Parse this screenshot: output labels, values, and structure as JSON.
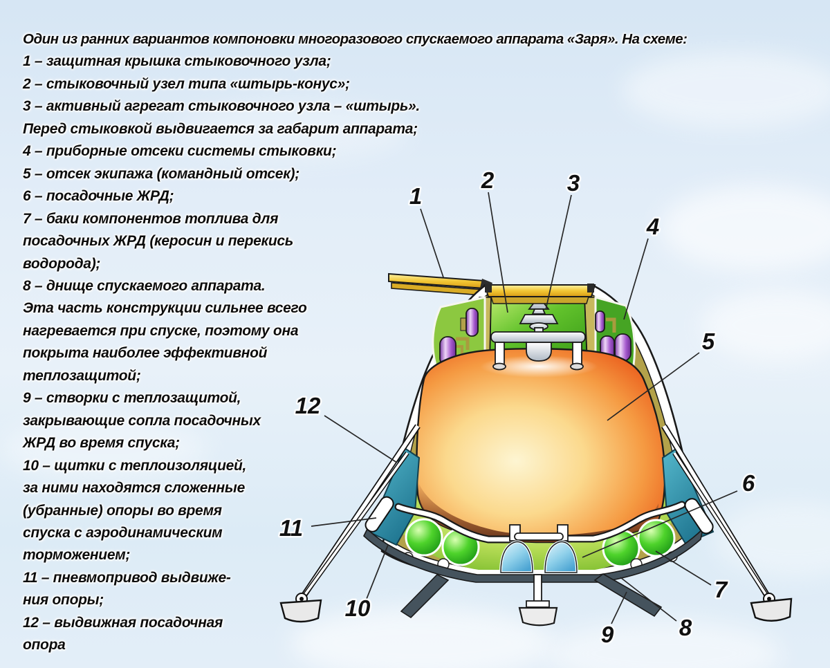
{
  "title": "Один из ранних вариантов компоновки многоразового спускаемого аппарата «Заря». На схеме:",
  "legend": {
    "lines": [
      "1 – защитная крышка стыковочного узла;",
      "2 – стыковочный узел типа «штырь-конус»;",
      "3 – активный агрегат стыковочного узла – «штырь».",
      "Перед стыковкой выдвигается за габарит аппарата;",
      "4 – приборные отсеки системы стыковки;",
      "5 – отсек экипажа (командный отсек);",
      "6 – посадочные ЖРД;",
      "7 – баки компонентов топлива для",
      "посадочных ЖРД (керосин и перекись",
      "водорода);",
      "8 – днище спускаемого аппарата.",
      "Эта часть конструкции сильнее всего",
      "нагревается при спуске, поэтому она",
      "покрыта наиболее эффективной",
      "теплозащитой;",
      "9 – створки с теплозащитой,",
      "закрывающие сопла посадочных",
      "ЖРД во время спуска;",
      "10 – щитки с теплоизоляцией,",
      "за ними находятся сложенные",
      "(убранные) опоры во время",
      "спуска с аэродинамическим",
      "торможением;",
      "11 – пневмопривод выдвиже-",
      "ния опоры;",
      "12 – выдвижная посадочная",
      "опора"
    ]
  },
  "callouts": [
    "1",
    "2",
    "3",
    "4",
    "5",
    "6",
    "7",
    "8",
    "9",
    "10",
    "11",
    "12"
  ],
  "palette": {
    "sky": "#e2edf8",
    "cover_yellow": "#edbd2a",
    "hull_olive": "#b3a24a",
    "compartment_green": "#46ae1d",
    "tank_purple": "#a458cc",
    "dome_orange": "#f07026",
    "dome_shadow_brown": "#6f3a1d",
    "sphere_green": "#2eb520",
    "engine_blue": "#5cb4dd",
    "panel_teal": "#2e8ca6",
    "shield_slate": "#45535d",
    "leg_white": "#ffffff",
    "text_black": "#0c0c0c"
  }
}
